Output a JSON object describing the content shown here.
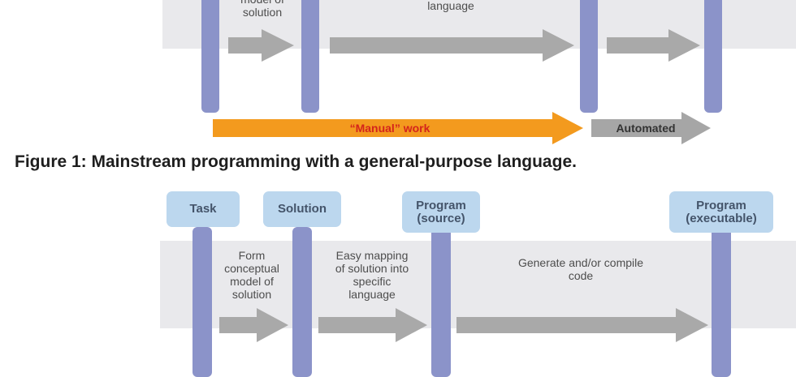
{
  "figure1": {
    "label_model": "model of\nsolution",
    "label_language": "language",
    "manual_label": "“Manual” work",
    "automated_label": "Automated",
    "caption": "Figure 1: Mainstream programming with a general-purpose language.",
    "colors": {
      "manual": "#f39a1e",
      "manual_text": "#d4241b",
      "automated": "#a6a6a6",
      "automated_text": "#333333"
    }
  },
  "figure2": {
    "stages": [
      {
        "label": "Task"
      },
      {
        "label": "Solution"
      },
      {
        "label": "Program\n(source)"
      },
      {
        "label": "Program\n(executable)"
      }
    ],
    "steps": [
      {
        "label": "Form\nconceptual\nmodel of\nsolution"
      },
      {
        "label": "Easy mapping\nof solution into\nspecific\nlanguage"
      },
      {
        "label": "Generate and/or compile\ncode"
      }
    ]
  },
  "colors": {
    "bar": "#8b93c9",
    "box": "#bcd7ee",
    "band": "#e9e9ec",
    "arrow": "#a9a9a9"
  }
}
